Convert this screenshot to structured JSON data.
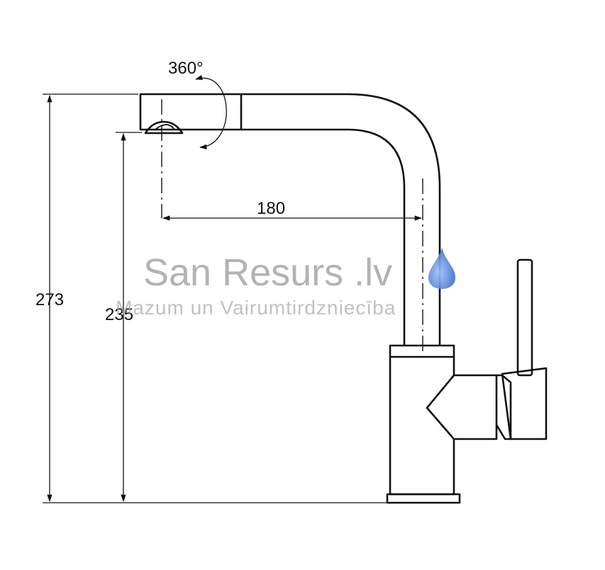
{
  "dimensions": {
    "rotation": "360°",
    "spout_reach": "180",
    "total_height": "273",
    "spout_height": "235"
  },
  "watermark": {
    "brand": "San Resurs .lv",
    "tagline": "Mazum un Vairumtirdzniecība",
    "drop_icon": "water-drop-icon",
    "drop_color": "#5b8fd6"
  },
  "colors": {
    "line": "#111111",
    "watermark_text": "#9a9a9a"
  }
}
